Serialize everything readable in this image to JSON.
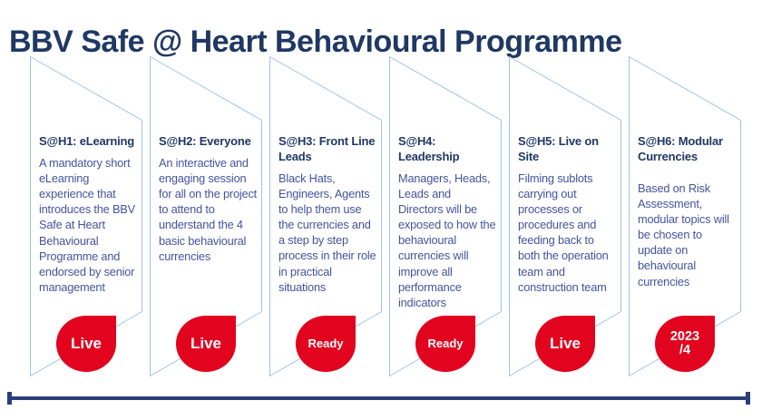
{
  "title": "BBV Safe @ Heart Behavioural Programme",
  "colors": {
    "heading_navy": "#1F3864",
    "body_blue": "#44549E",
    "panel_border": "#9DC3E6",
    "badge_red": "#E2041E",
    "badge_text": "#FFFFFF",
    "timeline_navy": "#2B3F7E",
    "background": "#FFFFFF"
  },
  "panels": [
    {
      "title": "S@H1: eLearning",
      "body": "A mandatory short eLearning experience that introduces the BBV Safe at Heart Behavioural Programme and endorsed by senior management",
      "badge": "Live"
    },
    {
      "title": "S@H2: Everyone",
      "body": "An interactive and engaging session for all on the project to attend to understand the 4 basic behavioural currencies",
      "badge": "Live"
    },
    {
      "title": "S@H3: Front Line Leads",
      "body": "Black Hats, Engineers, Agents to help them use the currencies and a step by step process in their role in practical situations",
      "badge": "Ready"
    },
    {
      "title": "S@H4: Leadership",
      "body": "Managers, Heads, Leads and Directors will be exposed to how the behavioural currencies will improve all performance indicators",
      "badge": "Ready"
    },
    {
      "title": "S@H5: Live on Site",
      "body": "Filming sublots carrying out processes or procedures and feeding back to both the operation team and construction team",
      "badge": "Live"
    },
    {
      "title": "S@H6: Modular Currencies",
      "body": "Based on Risk Assessment, modular topics will be chosen to update on behavioural currencies",
      "badge": "2023\n/4"
    }
  ]
}
